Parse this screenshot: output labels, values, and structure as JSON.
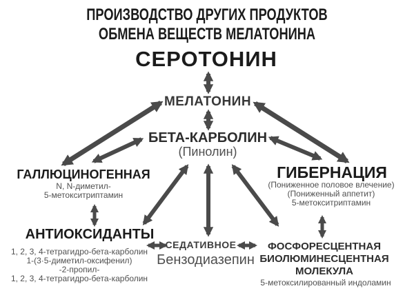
{
  "diagram": {
    "title_line1": "ПРОИЗВОДСТВО ДРУГИХ ПРОДУКТОВ",
    "title_line2": "ОБМЕНА ВЕЩЕСТВ МЕЛАТОНИНА",
    "nodes": {
      "serotonin": "СЕРОТОНИН",
      "melatonin": "МЕЛАТОНИН",
      "beta_carboline": "БЕТА-КАРБОЛИН",
      "beta_carboline_alt": "(Пинолин)",
      "hallucinogenic": "ГАЛЛЮЦИНОГЕННАЯ",
      "hallucinogenic_sub1": "N, N-диметил-",
      "hallucinogenic_sub2": "5-метокситриптамин",
      "hibernation": "ГИБЕРНАЦИЯ",
      "hibernation_sub1": "(Пониженное половое влечение)",
      "hibernation_sub2": "(Пониженный аппетит)",
      "hibernation_sub3": "5-метокситриптамин",
      "antioxidants": "АНТИОКСИДАНТЫ",
      "antioxidants_sub1": "1, 2, 3, 4-тетрагидро-бета-карболин",
      "antioxidants_sub2": "1-(3·5-диметил-оксифенил)",
      "antioxidants_sub3": "-2-пропил-",
      "antioxidants_sub4": "1, 2, 3, 4-тетрагидро-бета-карболин",
      "sedative": "СЕДАТИВНОЕ",
      "sedative_sub": "Бензодиазепин",
      "phosphorescent_line1": "ФОСФОРЕСЦЕНТНАЯ",
      "phosphorescent_line2": "БИОЛЮМИНЕСЦЕНТНАЯ",
      "phosphorescent_line3": "МОЛЕКУЛА",
      "phosphorescent_sub": "5-метоксилированный индоламин"
    },
    "colors": {
      "arrow": "#4a4a4a",
      "text_primary": "#1b1b1b",
      "text_secondary": "#4f4f4f"
    }
  }
}
